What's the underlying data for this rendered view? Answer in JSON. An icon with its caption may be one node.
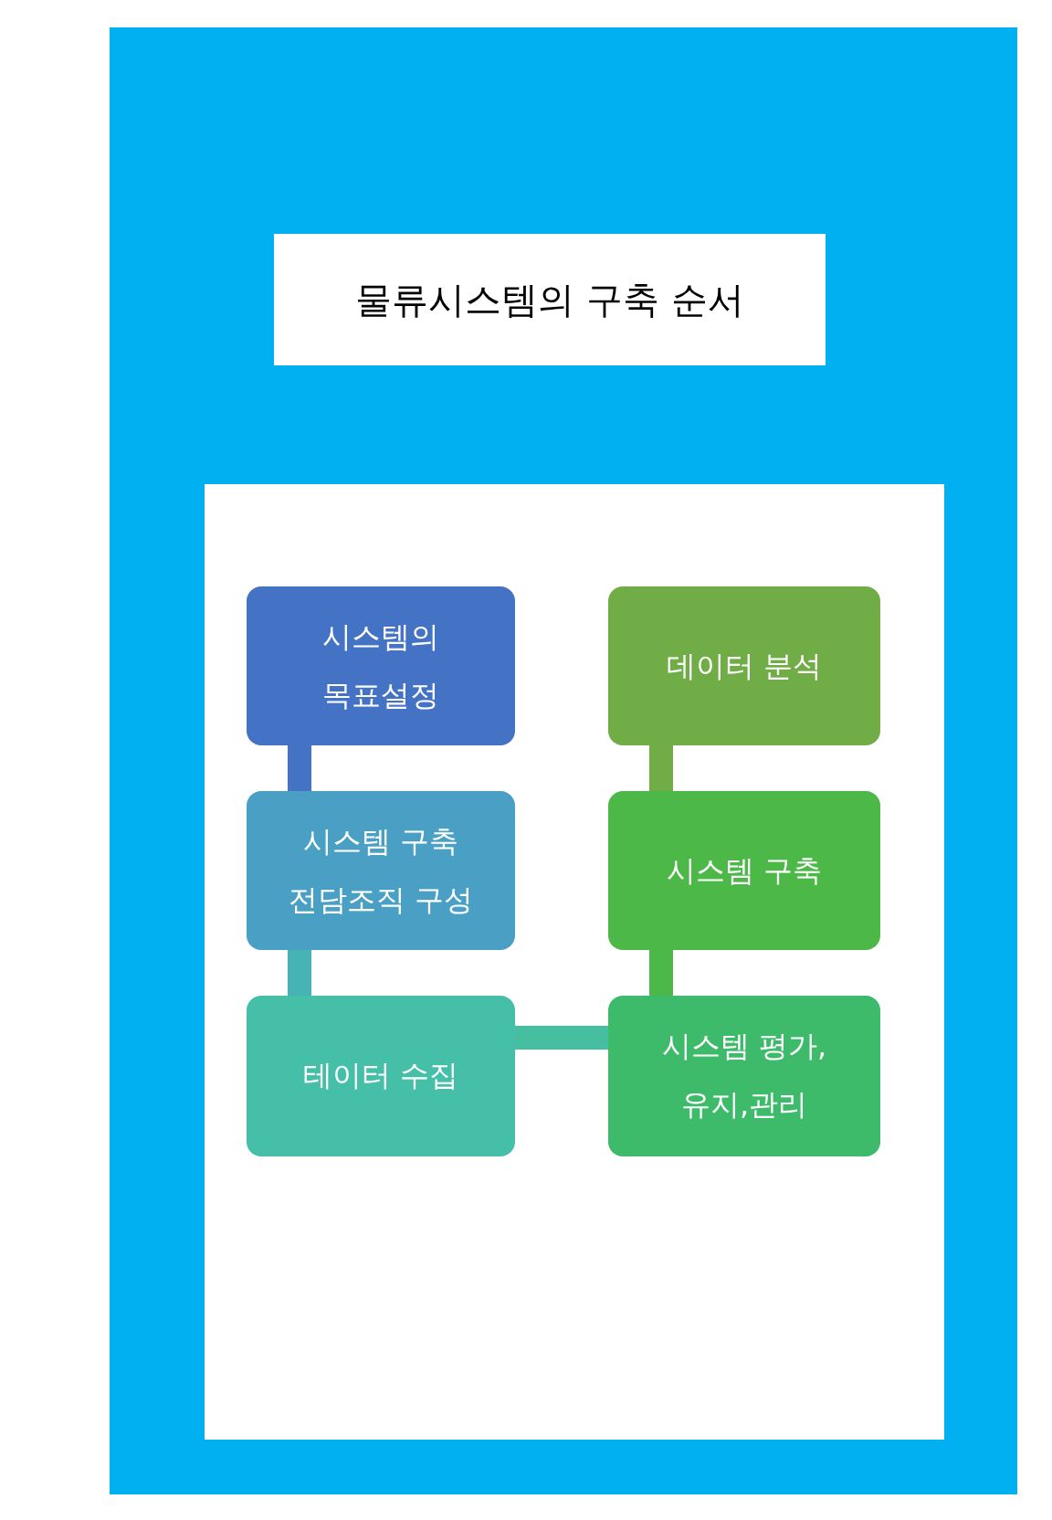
{
  "diagram": {
    "title": "물류시스템의 구축 순서",
    "nodes": [
      {
        "text": [
          "시스템의 목표설정"
        ]
      },
      {
        "text": [
          "시스템 구축 전담조직 구성"
        ]
      },
      {
        "text": [
          "테이터 수집"
        ]
      },
      {
        "text": [
          "데이터 분석"
        ]
      },
      {
        "text": [
          "시스템 구축"
        ]
      },
      {
        "text": [
          "시스템 평가, 유지,관리"
        ]
      }
    ],
    "edges": [
      {
        "from": 0,
        "to": 1,
        "arrow": "none",
        "color": "#4472c4"
      },
      {
        "from": 1,
        "to": 2,
        "arrow": "none",
        "color": "#46b4b4"
      },
      {
        "from": 2,
        "to": 5,
        "arrow": "none",
        "color": "#46bea0"
      },
      {
        "from": 5,
        "to": 4,
        "arrow": "none",
        "color": "#4cb848"
      },
      {
        "from": 4,
        "to": 3,
        "arrow": "none",
        "color": "#70ad47"
      }
    ]
  }
}
